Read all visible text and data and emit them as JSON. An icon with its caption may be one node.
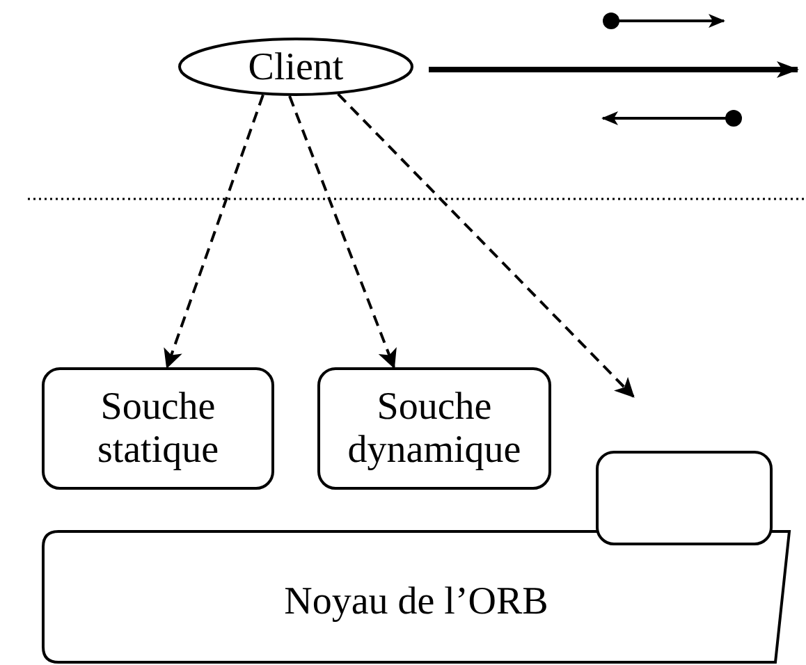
{
  "diagram": {
    "nodes": [
      {
        "text": [
          "Client"
        ]
      },
      {
        "text": [
          "Souche statique"
        ]
      },
      {
        "text": [
          "Souche dynamique"
        ]
      },
      {
        "text": [],
        "shape": "box"
      },
      {
        "text": [
          "Noyau de l’ORB"
        ]
      }
    ],
    "edges": [
      {
        "from": 0,
        "to": 1,
        "arrow": "to",
        "style": "dashed"
      },
      {
        "from": 0,
        "to": 2,
        "arrow": "to",
        "style": "dashed"
      },
      {
        "from": 0,
        "to": null,
        "arrow": "to",
        "style": "dashed"
      }
    ]
  }
}
